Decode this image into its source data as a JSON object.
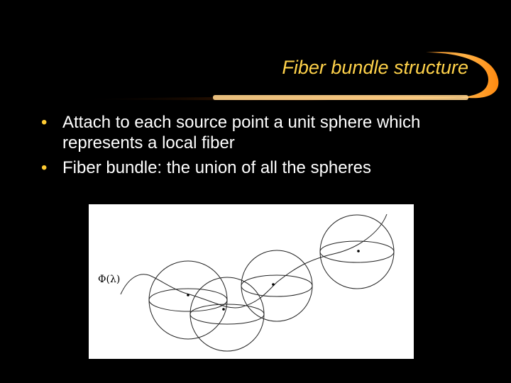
{
  "slide": {
    "title": "Fiber bundle structure",
    "bullets": [
      "Attach to each source point a unit sphere which represents a local fiber",
      "Fiber bundle: the union of all the spheres"
    ],
    "bullet_char": "•",
    "figure": {
      "label": "Φ(λ)"
    }
  },
  "colors": {
    "background": "#000000",
    "title": "#ffd24a",
    "bullet": "#ffcc33",
    "swoosh": "#ff9a1a",
    "text": "#ffffff"
  }
}
